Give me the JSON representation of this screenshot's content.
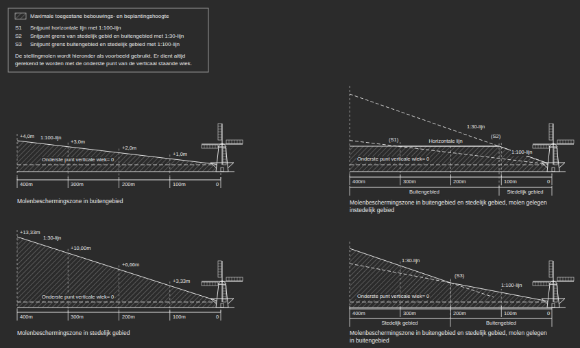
{
  "diagram": {
    "labels": [
      "S1",
      "Snijpunt horizontale lijn met 1:100-lijn",
      "S2",
      "Snijpunt grens van stedelijk gebid en buitengebied met 1:30-lijn",
      "S3",
      "Snijpunt grens buitengebied en stedelijk gebied met 1:100-lijn",
      "De stellingmolen wordt hieronder als voorbeeld gebruikt. Er dient altijd gerekend te worden met de onderste punt van de verticaal staande wiek.",
      "+4,0m",
      "1:100-lijn",
      "+3,0m",
      "+2,0m",
      "+1,0m",
      "Onderste punt verticale wiek= 0",
      "400m",
      "300m",
      "200m",
      "100m",
      "0",
      "Molenbeschermingszone in buitengebied",
      "(S1)",
      "Horizontale lijn",
      "(S2)",
      "1:30-lijn",
      "1:100-lijn",
      "Onderste punt verticale wiek= 0",
      "400m",
      "300m",
      "200m",
      "100m",
      "0",
      "Buitengebied",
      "Stedelijk gebied",
      "Molenbeschermingszone in buitengebied en stedelijk gebied, molen gelegen instedelijk gebied",
      "+13,33m",
      "1:30-lijn",
      "+10,00m",
      "+6,66m",
      "+3,33m",
      "Onderste punt verticale wiek= 0",
      "400m",
      "300m",
      "200m",
      "100m",
      "0",
      "Molenbeschermingszone in stedelijk gebied",
      "1:30-lijn",
      "(S3)",
      "1:100-lijn",
      "Onderste punt verticale wiek= 0",
      "400m",
      "300m",
      "200m",
      "100m",
      "0",
      "Stedelijk gebied",
      "Buitengebied",
      "Molenbeschermingszone in buitengebied en stedelijk gebied, molen gelegen in buitengebied"
    ],
    "legend": [
      {
        "text": "Maximale toegestane bebouwings- en beplantingshoogte"
      }
    ]
  }
}
